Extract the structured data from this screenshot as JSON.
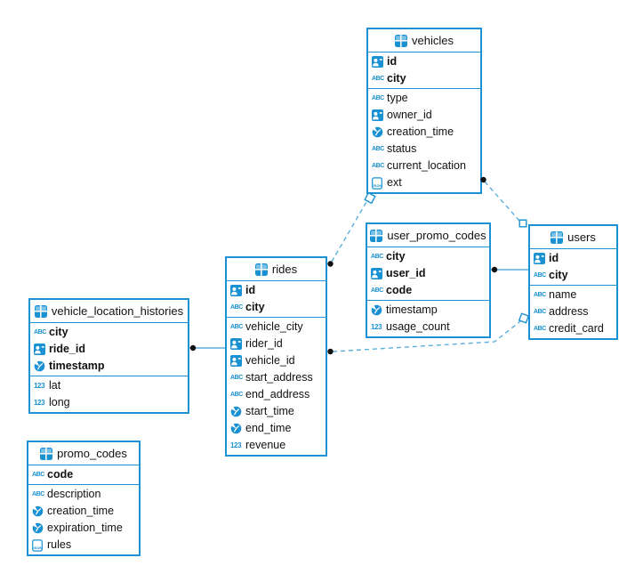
{
  "diagram": {
    "colors": {
      "primary": "#1991d2",
      "line": "#5aaede",
      "dot": "#101010",
      "text": "#111111",
      "icon_light": "#7ac1e8"
    },
    "icon_labels": {
      "string": "ABC",
      "number": "123",
      "json": "JSON"
    },
    "tables": [
      {
        "title": "vehicles",
        "pk": [
          {
            "icon": "id-icon",
            "label": "id"
          },
          {
            "icon": "string-icon",
            "label": "city"
          }
        ],
        "cols": [
          {
            "icon": "string-icon",
            "label": "type"
          },
          {
            "icon": "id-icon",
            "label": "owner_id"
          },
          {
            "icon": "timestamp-icon",
            "label": "creation_time"
          },
          {
            "icon": "string-icon",
            "label": "status"
          },
          {
            "icon": "string-icon",
            "label": "current_location"
          },
          {
            "icon": "json-icon",
            "label": "ext"
          }
        ]
      },
      {
        "title": "user_promo_codes",
        "pk": [
          {
            "icon": "string-icon",
            "label": "city"
          },
          {
            "icon": "id-icon",
            "label": "user_id"
          },
          {
            "icon": "string-icon",
            "label": "code"
          }
        ],
        "cols": [
          {
            "icon": "timestamp-icon",
            "label": "timestamp"
          },
          {
            "icon": "number-icon",
            "label": "usage_count"
          }
        ]
      },
      {
        "title": "users",
        "pk": [
          {
            "icon": "id-icon",
            "label": "id"
          },
          {
            "icon": "string-icon",
            "label": "city"
          }
        ],
        "cols": [
          {
            "icon": "string-icon",
            "label": "name"
          },
          {
            "icon": "string-icon",
            "label": "address"
          },
          {
            "icon": "string-icon",
            "label": "credit_card"
          }
        ]
      },
      {
        "title": "rides",
        "pk": [
          {
            "icon": "id-icon",
            "label": "id"
          },
          {
            "icon": "string-icon",
            "label": "city"
          }
        ],
        "cols": [
          {
            "icon": "string-icon",
            "label": "vehicle_city"
          },
          {
            "icon": "id-icon",
            "label": "rider_id"
          },
          {
            "icon": "id-icon",
            "label": "vehicle_id"
          },
          {
            "icon": "string-icon",
            "label": "start_address"
          },
          {
            "icon": "string-icon",
            "label": "end_address"
          },
          {
            "icon": "timestamp-icon",
            "label": "start_time"
          },
          {
            "icon": "timestamp-icon",
            "label": "end_time"
          },
          {
            "icon": "number-icon",
            "label": "revenue"
          }
        ]
      },
      {
        "title": "vehicle_location_histories",
        "pk": [
          {
            "icon": "string-icon",
            "label": "city"
          },
          {
            "icon": "id-icon",
            "label": "ride_id"
          },
          {
            "icon": "timestamp-icon",
            "label": "timestamp"
          }
        ],
        "cols": [
          {
            "icon": "number-icon",
            "label": "lat"
          },
          {
            "icon": "number-icon",
            "label": "long"
          }
        ]
      },
      {
        "title": "promo_codes",
        "pk": [
          {
            "icon": "string-icon",
            "label": "code"
          }
        ],
        "cols": [
          {
            "icon": "string-icon",
            "label": "description"
          },
          {
            "icon": "timestamp-icon",
            "label": "creation_time"
          },
          {
            "icon": "timestamp-icon",
            "label": "expiration_time"
          },
          {
            "icon": "json-icon",
            "label": "rules"
          }
        ]
      }
    ],
    "relationships": [
      {
        "from": "rides",
        "to": "vehicles",
        "from_end": "dot",
        "to_end": "open-square",
        "style": "dashed"
      },
      {
        "from": "vehicles",
        "to": "users",
        "from_end": "dot",
        "to_end": "open-square",
        "style": "dashed"
      },
      {
        "from": "user_promo_codes",
        "to": "users",
        "from_end": "dot",
        "to_end": "edge",
        "style": "solid"
      },
      {
        "from": "rides",
        "to": "users",
        "from_end": "dot",
        "to_end": "open-square",
        "style": "dashed"
      },
      {
        "from": "vehicle_location_histories",
        "to": "rides",
        "from_end": "dot",
        "to_end": "edge",
        "style": "solid"
      }
    ]
  }
}
